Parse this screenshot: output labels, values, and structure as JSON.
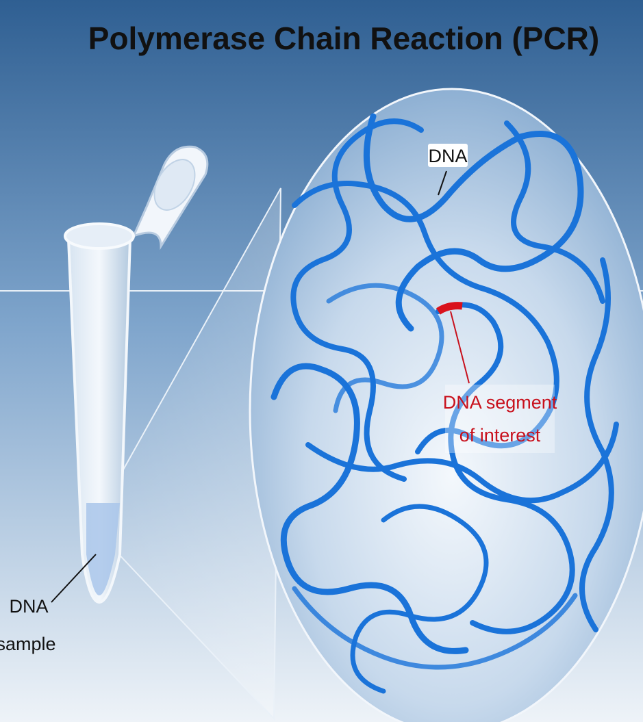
{
  "title": "Polymerase Chain Reaction (PCR)",
  "labels": {
    "dna": "DNA",
    "segment_line1": "DNA segment",
    "segment_line2": "of interest",
    "sample_line1": "DNA",
    "sample_line2": "sample"
  },
  "colors": {
    "background_top": "#37689a",
    "background_bottom": "#e9eff6",
    "dna_strand": "#1a73d9",
    "segment_highlight": "#d9121c",
    "segment_text": "#c8101c",
    "title_text": "#111111"
  }
}
